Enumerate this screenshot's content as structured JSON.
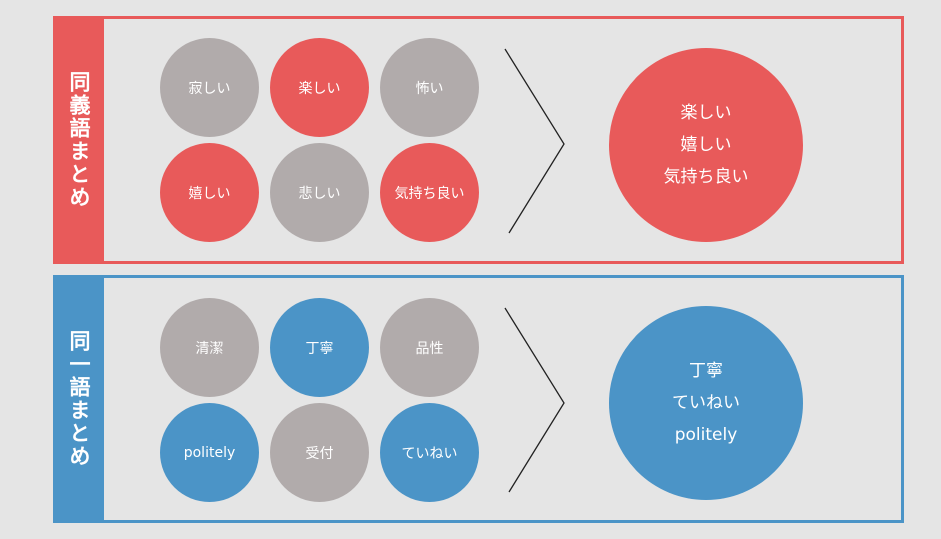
{
  "colors": {
    "background": "#e5e5e5",
    "accent_red": "#e85a5a",
    "accent_blue": "#4b94c7",
    "neutral_gray": "#b1abab",
    "text": "#ffffff"
  },
  "panels": [
    {
      "id": "synonym",
      "title": "同義語まとめ",
      "accent": "red",
      "items": [
        {
          "label": "寂しい",
          "highlighted": false
        },
        {
          "label": "楽しい",
          "highlighted": true
        },
        {
          "label": "怖い",
          "highlighted": false
        },
        {
          "label": "嬉しい",
          "highlighted": true
        },
        {
          "label": "悲しい",
          "highlighted": false
        },
        {
          "label": "気持ち良い",
          "highlighted": true
        }
      ],
      "arrow_icon": "chevron-right-icon",
      "result_lines": [
        "楽しい",
        "嬉しい",
        "気持ち良い"
      ]
    },
    {
      "id": "same-word",
      "title": "同一語まとめ",
      "accent": "blue",
      "items": [
        {
          "label": "清潔",
          "highlighted": false
        },
        {
          "label": "丁寧",
          "highlighted": true
        },
        {
          "label": "品性",
          "highlighted": false
        },
        {
          "label": "politely",
          "highlighted": true
        },
        {
          "label": "受付",
          "highlighted": false
        },
        {
          "label": "ていねい",
          "highlighted": true
        }
      ],
      "arrow_icon": "chevron-right-icon",
      "result_lines": [
        "丁寧",
        "ていねい",
        "politely"
      ]
    }
  ]
}
